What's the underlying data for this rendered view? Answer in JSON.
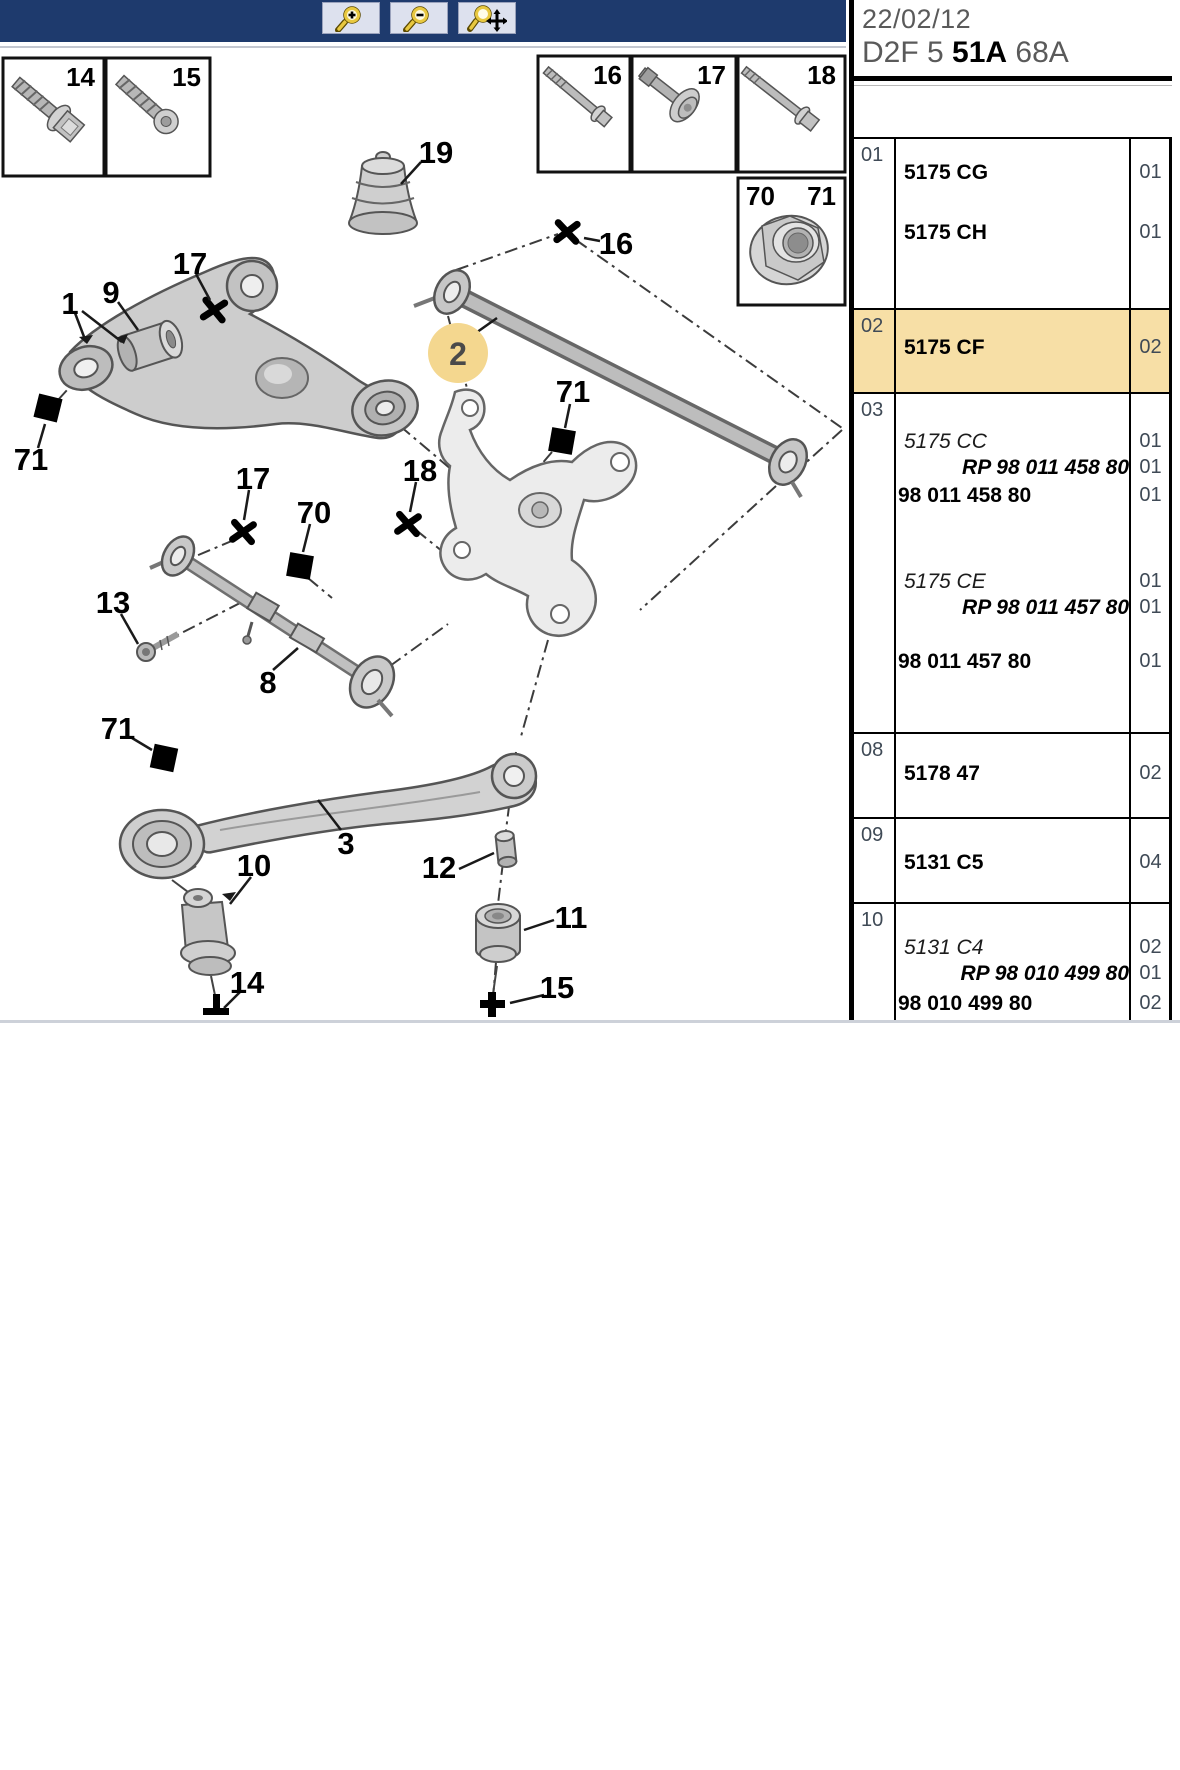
{
  "toolbar": {
    "buttons": [
      "zoom-in",
      "zoom-out",
      "zoom-pan"
    ]
  },
  "header": {
    "date": "22/02/12",
    "code_pre": "D2F 5 ",
    "code_bold": "51A",
    "code_post": " 68A"
  },
  "colors": {
    "toolbar_navy": "#1E3A6D",
    "row_highlight": "#F7DFA6",
    "hotspot_highlight": "#F4D78F"
  },
  "diagram": {
    "box_labels": [
      "14",
      "15",
      "16",
      "17",
      "18"
    ],
    "nut_labels": [
      "70",
      "71"
    ],
    "highlighted_callout": "2",
    "callouts": [
      "1",
      "9",
      "17",
      "19",
      "2",
      "16",
      "71",
      "71",
      "17",
      "18",
      "70",
      "13",
      "8",
      "71",
      "3",
      "10",
      "12",
      "11",
      "14",
      "15"
    ]
  },
  "table": {
    "groups": [
      {
        "num": "01",
        "lines": [
          {
            "code": "5175 CG",
            "qty": "01"
          },
          {
            "code": "5175 CH",
            "qty": "01"
          }
        ]
      },
      {
        "num": "02",
        "lines": [
          {
            "code": "5175 CF",
            "qty": "02"
          }
        ]
      },
      {
        "num": "03",
        "lines": [
          {
            "code": "5175 CC",
            "qty": "01"
          },
          {
            "code": "RP 98 011 458 80",
            "qty": "01"
          },
          {
            "code": "98 011 458 80",
            "qty": "01"
          },
          {
            "code": "5175 CE",
            "qty": "01"
          },
          {
            "code": "RP 98 011 457 80",
            "qty": "01"
          },
          {
            "code": "98 011 457 80",
            "qty": "01"
          }
        ]
      },
      {
        "num": "08",
        "lines": [
          {
            "code": "5178 47",
            "qty": "02"
          }
        ]
      },
      {
        "num": "09",
        "lines": [
          {
            "code": "5131 C5",
            "qty": "04"
          }
        ]
      },
      {
        "num": "10",
        "lines": [
          {
            "code": "5131 C4",
            "qty": "02"
          },
          {
            "code": "RP 98 010 499 80",
            "qty": "01"
          },
          {
            "code": "98 010 499 80",
            "qty": "02"
          }
        ]
      }
    ]
  }
}
